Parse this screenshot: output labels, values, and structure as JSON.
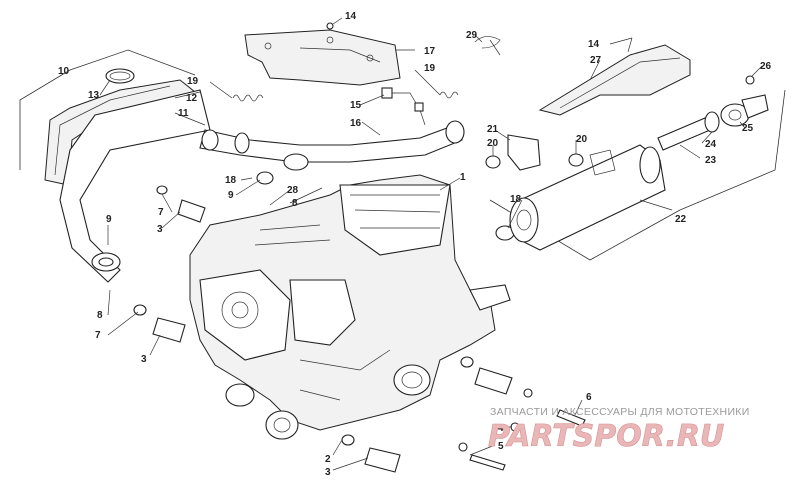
{
  "diagram": {
    "callouts": [
      {
        "id": "c1",
        "text": "1"
      },
      {
        "id": "c2",
        "text": "2"
      },
      {
        "id": "c3a",
        "text": "3"
      },
      {
        "id": "c3b",
        "text": "3"
      },
      {
        "id": "c3c",
        "text": "3"
      },
      {
        "id": "c4",
        "text": "4"
      },
      {
        "id": "c5",
        "text": "5"
      },
      {
        "id": "c6",
        "text": "6"
      },
      {
        "id": "c7a",
        "text": "7"
      },
      {
        "id": "c7b",
        "text": "7"
      },
      {
        "id": "c8a",
        "text": "8"
      },
      {
        "id": "c8b",
        "text": "8"
      },
      {
        "id": "c9a",
        "text": "9"
      },
      {
        "id": "c9b",
        "text": "9"
      },
      {
        "id": "c10",
        "text": "10"
      },
      {
        "id": "c11",
        "text": "11"
      },
      {
        "id": "c12",
        "text": "12"
      },
      {
        "id": "c13",
        "text": "13"
      },
      {
        "id": "c14a",
        "text": "14"
      },
      {
        "id": "c14b",
        "text": "14"
      },
      {
        "id": "c15",
        "text": "15"
      },
      {
        "id": "c16",
        "text": "16"
      },
      {
        "id": "c17",
        "text": "17"
      },
      {
        "id": "c18a",
        "text": "18"
      },
      {
        "id": "c18b",
        "text": "18"
      },
      {
        "id": "c19a",
        "text": "19"
      },
      {
        "id": "c19b",
        "text": "19"
      },
      {
        "id": "c20a",
        "text": "20"
      },
      {
        "id": "c20b",
        "text": "20"
      },
      {
        "id": "c21",
        "text": "21"
      },
      {
        "id": "c22",
        "text": "22"
      },
      {
        "id": "c23",
        "text": "23"
      },
      {
        "id": "c24",
        "text": "24"
      },
      {
        "id": "c25",
        "text": "25"
      },
      {
        "id": "c26",
        "text": "26"
      },
      {
        "id": "c27",
        "text": "27"
      },
      {
        "id": "c28",
        "text": "28"
      },
      {
        "id": "c29",
        "text": "29"
      }
    ]
  },
  "watermark": {
    "caption": "ЗАПЧАСТИ И АКСЕССУАРЫ ДЛЯ МОТОТЕХНИКИ",
    "logo": "PARTSPOR.RU",
    "color": "#e9b7b7"
  }
}
